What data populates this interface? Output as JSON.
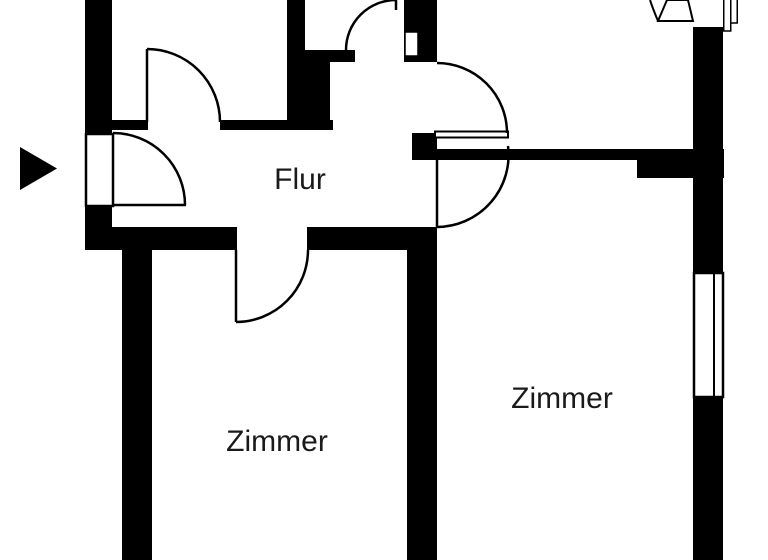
{
  "plan": {
    "rooms": {
      "hallway": "Flur",
      "room_left": "Zimmer",
      "room_right": "Zimmer"
    },
    "colors": {
      "wall": "#000000",
      "background": "#ffffff",
      "label_text": "#1a1a1a"
    }
  }
}
